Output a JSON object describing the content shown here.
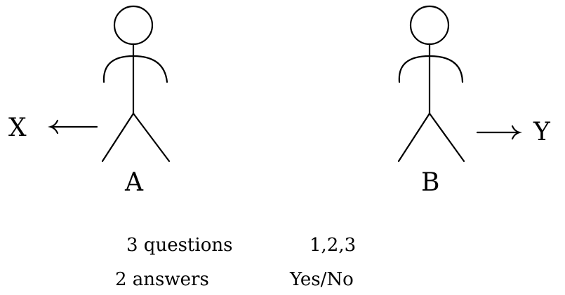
{
  "figures": {
    "left": {
      "label": "A",
      "target": "X"
    },
    "right": {
      "label": "B",
      "target": "Y"
    }
  },
  "info": {
    "questions": {
      "label": "3 questions",
      "value": "1,2,3"
    },
    "answers": {
      "label": "2 answers",
      "value": "Yes/No"
    }
  }
}
